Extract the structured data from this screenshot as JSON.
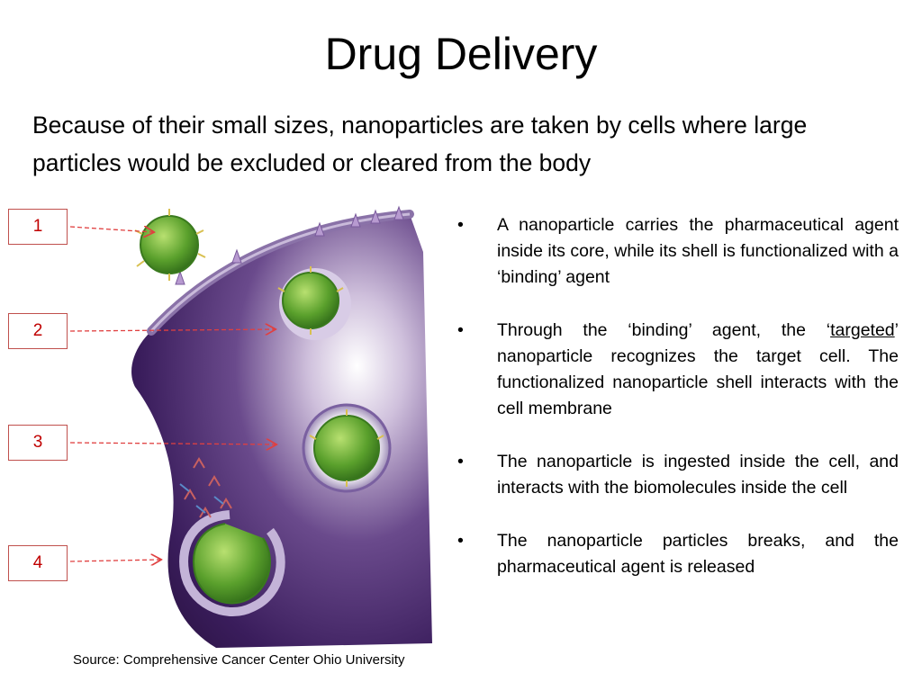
{
  "slide": {
    "title": "Drug Delivery",
    "subtitle": "Because of their small sizes, nanoparticles are taken by cells where large particles would be excluded or cleared from the body",
    "source": "Source: Comprehensive Cancer Center Ohio University"
  },
  "figure": {
    "steps": [
      "1",
      "2",
      "3",
      "4"
    ],
    "colors": {
      "label_border": "#c0504d",
      "label_text": "#c00000",
      "arrow": "#e04040",
      "cell": "#4a2a6e",
      "particle": "#5aa02c"
    }
  },
  "bullets": [
    {
      "text": "A nanoparticle carries the pharmaceutical agent inside its core, while its shell is functionalized with a ‘binding’ agent"
    },
    {
      "pre": "Through the ‘binding’ agent, the ‘",
      "underlined": "targeted",
      "post": "’ nanoparticle recognizes the target cell.  The functionalized nanoparticle shell interacts with the cell membrane"
    },
    {
      "text": "The nanoparticle is ingested inside the cell, and interacts with the biomolecules inside the cell"
    },
    {
      "text": "The nanoparticle particles breaks, and the pharmaceutical agent is released"
    }
  ]
}
